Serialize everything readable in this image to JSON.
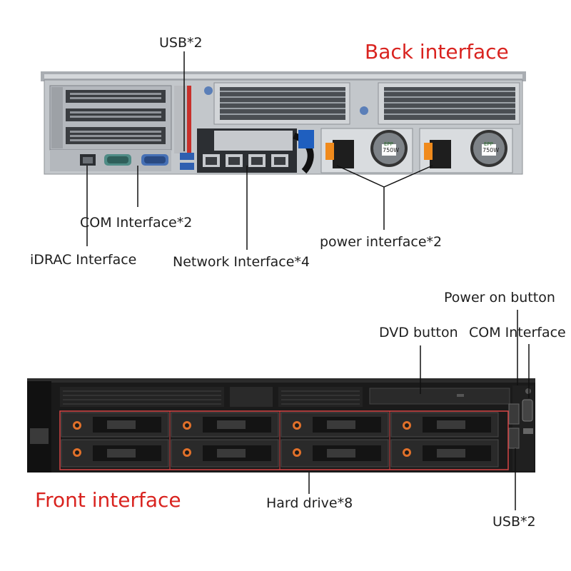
{
  "back": {
    "title": "Back interface",
    "labels": {
      "usb": "USB*2",
      "com": "COM Interface*2",
      "idrac": "iDRAC Interface",
      "network": "Network Interface*4",
      "power": "power interface*2"
    },
    "psu_badge": "750W",
    "psu_logo": "EPP"
  },
  "front": {
    "title": "Front interface",
    "labels": {
      "power_on": "Power on button",
      "dvd": "DVD button",
      "com": "COM Interface",
      "hdd": "Hard drive*8",
      "usb": "USB*2"
    }
  },
  "colors": {
    "heading": "#d9231f",
    "chassis_dark": "#1a1a1a",
    "chassis_light": "#c9cccf",
    "psu_orange": "#f08a1c",
    "drive_accent": "#e0702a",
    "highlight_box": "#d64545"
  }
}
